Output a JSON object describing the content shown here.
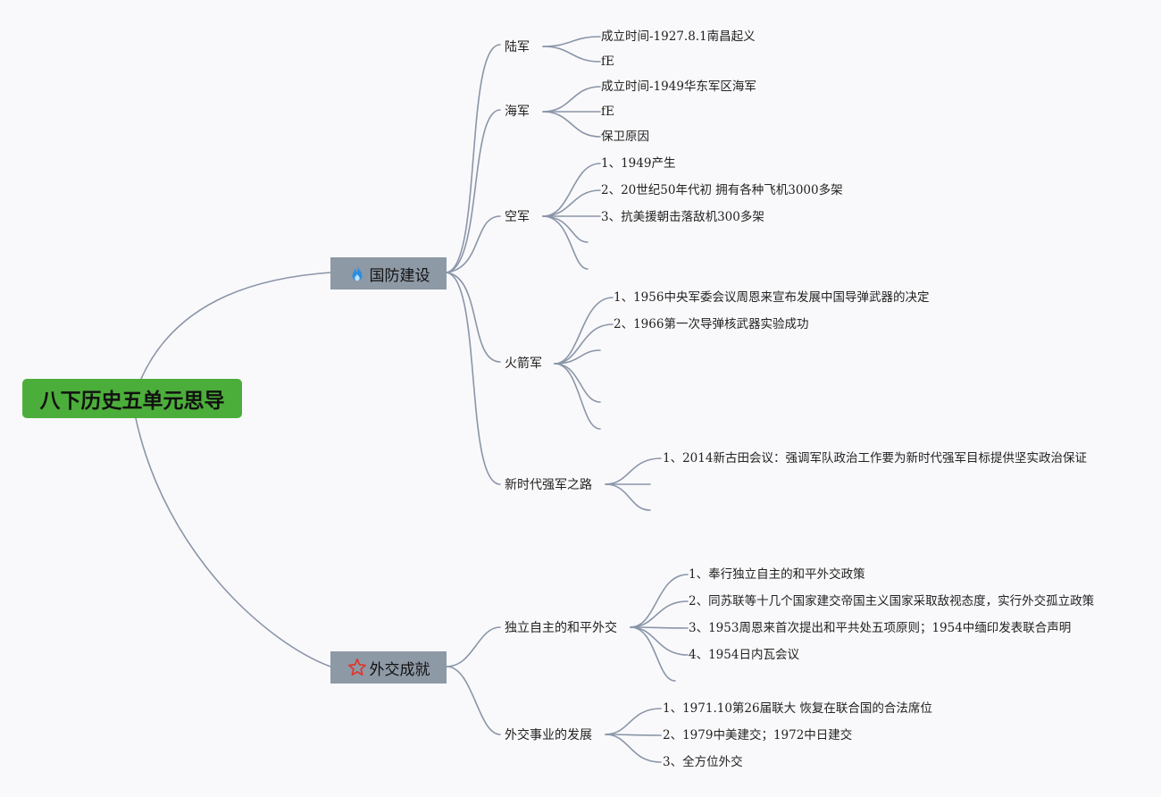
{
  "root": {
    "label": "八下历史五单元思导",
    "color": "#4cae3a"
  },
  "branches": [
    {
      "label": "国防建设",
      "icon": "fire-icon",
      "children": [
        {
          "label": "陆军",
          "children": [
            "成立时间-1927.8.1南昌起义",
            "fE"
          ]
        },
        {
          "label": "海军",
          "children": [
            "成立时间-1949华东军区海军",
            "fE",
            "保卫原因"
          ]
        },
        {
          "label": "空军",
          "children": [
            "1、1949产生",
            "2、20世纪50年代初 拥有各种飞机3000多架",
            "3、抗美援朝击落敌机300多架",
            "",
            ""
          ]
        },
        {
          "label": "火箭军",
          "children": [
            "1、1956中央军委会议周恩来宣布发展中国导弹武器的决定",
            "2、1966第一次导弹核武器实验成功",
            "",
            "",
            ""
          ]
        },
        {
          "label": "新时代强军之路",
          "children": [
            "1、2014新古田会议：强调军队政治工作要为新时代强军目标提供坚实政治保证",
            "",
            ""
          ]
        }
      ]
    },
    {
      "label": "外交成就",
      "icon": "star-icon",
      "children": [
        {
          "label": "独立自主的和平外交",
          "children": [
            "1、奉行独立自主的和平外交政策",
            "2、同苏联等十几个国家建交帝国主义国家采取敌视态度，实行外交孤立政策",
            "3、1953周恩来首次提出和平共处五项原则；1954中缅印发表联合声明",
            "4、1954日内瓦会议",
            ""
          ]
        },
        {
          "label": "外交事业的发展",
          "children": [
            "1、1971.10第26届联大 恢复在联合国的合法席位",
            "2、1979中美建交；1972中日建交",
            "3、全方位外交"
          ]
        }
      ]
    }
  ]
}
